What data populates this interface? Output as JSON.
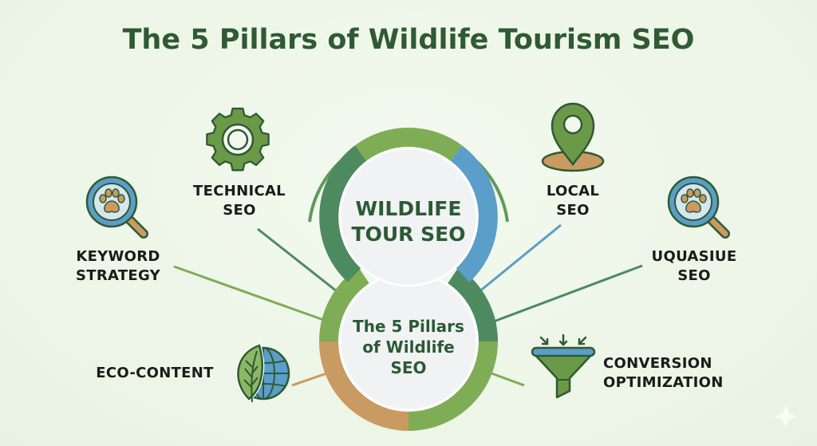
{
  "title": "The 5 Pillars of Wildlife Tourism SEO",
  "hub": {
    "top_label_line1": "WILDLIFE",
    "top_label_line2": "TOUR SEO",
    "bottom_label_line1": "The 5 Pillars",
    "bottom_label_line2": "of Wildlife",
    "bottom_label_line3": "SEO"
  },
  "pillars": [
    {
      "id": "technical",
      "line1": "TECHNICAL",
      "line2": "SEO",
      "icon": "gear-icon"
    },
    {
      "id": "keyword",
      "line1": "KEYWORD",
      "line2": "STRATEGY",
      "icon": "magnifier-paw-icon"
    },
    {
      "id": "eco",
      "line1": "ECO-CONTENT",
      "icon": "leaf-globe-icon"
    },
    {
      "id": "local",
      "line1": "LOCAL",
      "line2": "SEO",
      "icon": "map-pin-icon"
    },
    {
      "id": "uquasiue",
      "line1": "UQUASIUE",
      "line2": "SEO",
      "icon": "magnifier-paw-icon"
    },
    {
      "id": "conversion",
      "line1": "CONVERSION",
      "line2": "OPTIMIZATION",
      "icon": "funnel-icon"
    }
  ],
  "colors": {
    "title": "#2f5a33",
    "dark_green": "#4e8a5f",
    "light_green": "#7fad55",
    "blue": "#5b9ec9",
    "tan": "#c99a62",
    "background": "#eef6e9"
  }
}
